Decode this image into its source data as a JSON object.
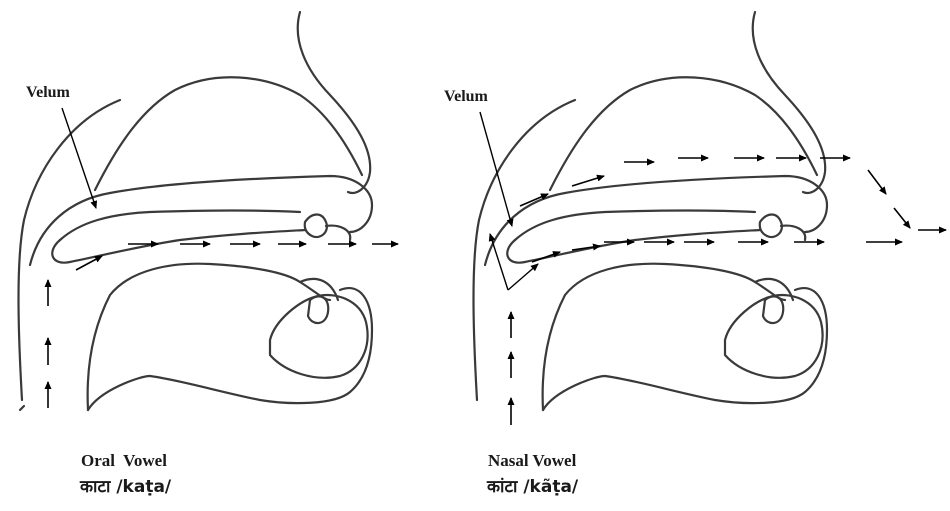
{
  "diagrams": [
    {
      "id": "oral",
      "velum_label": "Velum",
      "title": "Oral  Vowel",
      "example": "काटा /kaṭa/"
    },
    {
      "id": "nasal",
      "velum_label": "Velum",
      "title": "Nasal Vowel",
      "example": "कांटा /kãṭa/"
    }
  ]
}
